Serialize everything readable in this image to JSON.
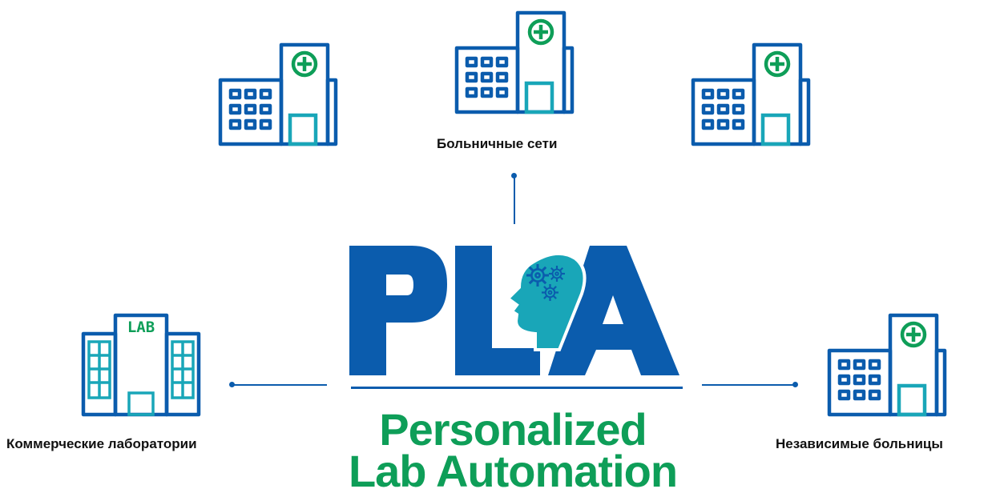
{
  "colors": {
    "blue": "#0b5cad",
    "green": "#0e9e58",
    "teal": "#19a6b8",
    "text": "#111111"
  },
  "nodes": {
    "top": {
      "label": "Больничные сети",
      "icon": "hospital-icon"
    },
    "left": {
      "label": "Коммерческие лаборатории",
      "icon": "laboratory-icon",
      "sign": "LAB"
    },
    "right": {
      "label": "Независимые больницы",
      "icon": "hospital-icon"
    }
  },
  "logo": {
    "letters": [
      "P",
      "L",
      "A"
    ],
    "head_icon": "head-gears-icon",
    "subtitle_line1": "Personalized",
    "subtitle_line2": "Lab Automation"
  }
}
